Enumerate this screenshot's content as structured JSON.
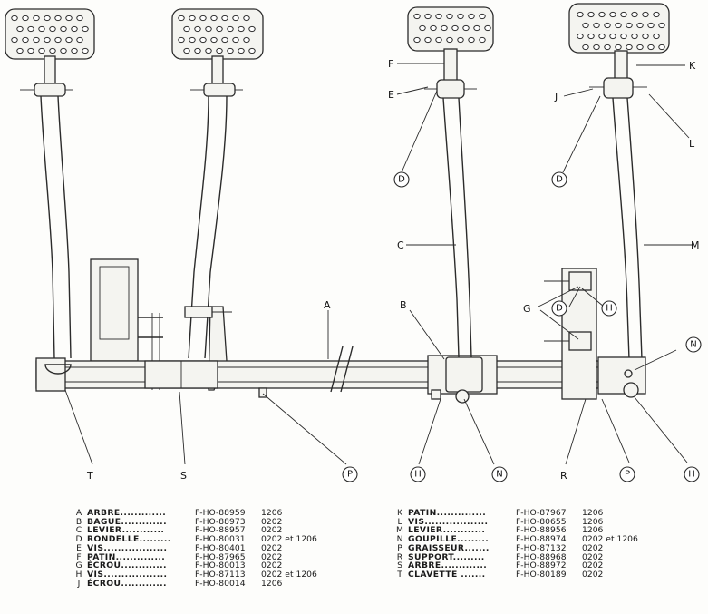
{
  "diagram": {
    "labels": {
      "A": "A",
      "B": "B",
      "C": "C",
      "E": "E",
      "F": "F",
      "G": "G",
      "J": "J",
      "K": "K",
      "L": "L",
      "M": "M",
      "R": "R",
      "S": "S",
      "T": "T"
    },
    "circled": {
      "D": "D",
      "H": "H",
      "N": "N",
      "P": "P"
    }
  },
  "parts_left": [
    {
      "letter": "A",
      "name": "ARBRE.............",
      "ref": "F-HO-88959",
      "code": "1206"
    },
    {
      "letter": "B",
      "name": "BAGUE.............",
      "ref": "F-HO-88973",
      "code": "0202"
    },
    {
      "letter": "C",
      "name": "LEVIER............",
      "ref": "F-HO-88957",
      "code": "0202"
    },
    {
      "letter": "D",
      "name": "RONDELLE.........",
      "ref": "F-HO-80031",
      "code": "0202 et 1206"
    },
    {
      "letter": "E",
      "name": "VIS..................",
      "ref": "F-HO-80401",
      "code": "0202"
    },
    {
      "letter": "F",
      "name": "PATIN..............",
      "ref": "F-HO-87965",
      "code": "0202"
    },
    {
      "letter": "G",
      "name": "ÉCROU.............",
      "ref": "F-HO-80013",
      "code": "0202"
    },
    {
      "letter": "H",
      "name": "VIS..................",
      "ref": "F-HO-87113",
      "code": "0202 et 1206"
    },
    {
      "letter": "J",
      "name": "ÉCROU.............",
      "ref": "F-HO-80014",
      "code": "1206"
    }
  ],
  "parts_right": [
    {
      "letter": "K",
      "name": "PATIN..............",
      "ref": "F-HO-87967",
      "code": "1206"
    },
    {
      "letter": "L",
      "name": "VIS..................",
      "ref": "F-HO-80655",
      "code": "1206"
    },
    {
      "letter": "M",
      "name": "LEVIER............",
      "ref": "F-HO-88956",
      "code": "1206"
    },
    {
      "letter": "N",
      "name": "GOUPILLE.........",
      "ref": "F-HO-88974",
      "code": "0202 et 1206"
    },
    {
      "letter": "P",
      "name": "GRAISSEUR.......",
      "ref": "F-HO-87132",
      "code": "0202"
    },
    {
      "letter": "R",
      "name": "SUPPORT.........",
      "ref": "F-HO-88968",
      "code": "0202"
    },
    {
      "letter": "S",
      "name": "ARBRE.............",
      "ref": "F-HO-88972",
      "code": "0202"
    },
    {
      "letter": "T",
      "name": "CLAVETTE .......",
      "ref": "F-HO-80189",
      "code": "0202"
    }
  ]
}
